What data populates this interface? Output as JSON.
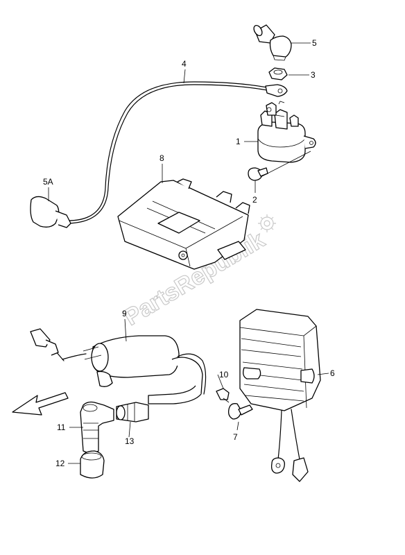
{
  "watermark": {
    "text": "PartsRepublik",
    "color": "#c8c8c8"
  },
  "labels": {
    "p1": "1",
    "p2": "2",
    "p3": "3",
    "p4": "4",
    "p5": "5",
    "p5a": "5A",
    "p6": "6",
    "p7": "7",
    "p8": "8",
    "p9": "9",
    "p10": "10",
    "p11": "11",
    "p12": "12",
    "p13": "13"
  },
  "icons": {
    "direction_arrow": "front-arrow-icon",
    "watermark_logo": "gear-icon"
  }
}
